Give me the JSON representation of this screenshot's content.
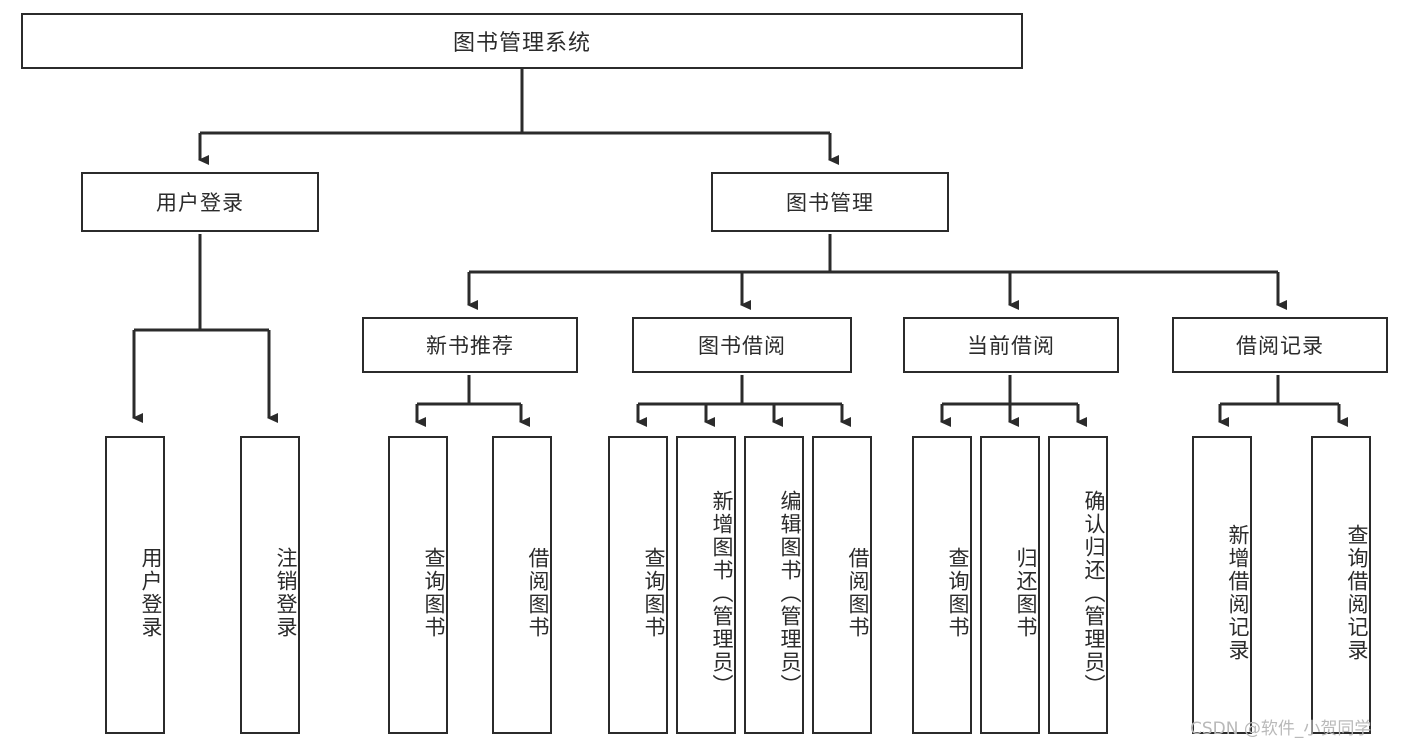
{
  "diagram": {
    "title": "图书管理系统",
    "watermark": "CSDN @软件_小贺同学",
    "colors": {
      "stroke": "#2b2b2b",
      "fill": "#ffffff",
      "text": "#2b2b2b",
      "watermark": "#b9b9b9"
    },
    "levels": {
      "root": {
        "label": "图书管理系统"
      },
      "level2": [
        {
          "label": "用户登录"
        },
        {
          "label": "图书管理"
        }
      ],
      "level3": [
        {
          "label": "新书推荐"
        },
        {
          "label": "图书借阅"
        },
        {
          "label": "当前借阅"
        },
        {
          "label": "借阅记录"
        }
      ],
      "leaves": {
        "user_login": [
          {
            "label": "用户登录"
          },
          {
            "label": "注销登录"
          }
        ],
        "new_book_recommend": [
          {
            "label": "查询图书"
          },
          {
            "label": "借阅图书"
          }
        ],
        "book_borrow": [
          {
            "label": "查询图书"
          },
          {
            "label": "新增图书（管理员）"
          },
          {
            "label": "编辑图书（管理员）"
          },
          {
            "label": "借阅图书"
          }
        ],
        "current_borrow": [
          {
            "label": "查询图书"
          },
          {
            "label": "归还图书"
          },
          {
            "label": "确认归还（管理员）"
          }
        ],
        "borrow_record": [
          {
            "label": "新增借阅记录"
          },
          {
            "label": "查询借阅记录"
          }
        ]
      }
    }
  }
}
